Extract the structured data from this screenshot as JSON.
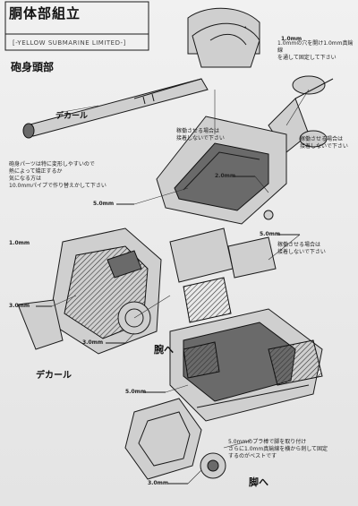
{
  "header": {
    "title": "胴体部組立",
    "maker": "[-YELLOW SUBMARINE LIMITED-]",
    "part_label": "砲身頭部"
  },
  "labels": {
    "decal_top": "デカール",
    "decal_bottom": "デカール",
    "arm": "腕へ",
    "leg": "脚へ"
  },
  "notes": {
    "barrel": "砲身パーツは特に変形しやすいので\n熱によって矯正するか\n気になる方は\n10.0mmパイプで作り替えかして下さい",
    "top_right": "1.0mmの穴を開け1.0mm真鍮線\nを通して固定して下さい",
    "adhesive_left": "稼働させる場合は\n接着しないで下さい",
    "adhesive_right": "稼働させる場合は\n接着しないで下さい",
    "adhesive_mid": "稼働させる場合は\n接着しないで下さい",
    "bottom": "5.0mmのプラ棒で脚を取り付け\nさらに1.0mm真鍮線を横から刺して固定\nするのがベストです"
  },
  "dimensions": {
    "d1": "1.0mm",
    "d2": "5.0mm",
    "d3": "2.0mm",
    "d4": "5.0mm",
    "d5": "1.0mm",
    "d6": "3.0mm",
    "d7": "3.0mm",
    "d8": "5.0mm",
    "d9": "3.0mm"
  }
}
